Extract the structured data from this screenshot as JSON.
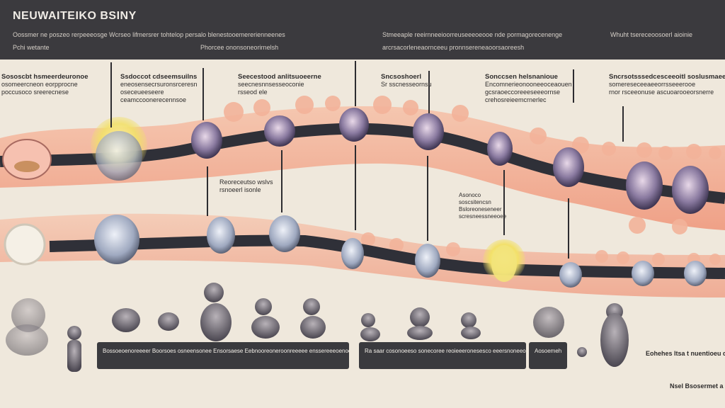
{
  "header": {
    "title": "NEUWAITEIKO BSINY",
    "sub1": "Oossmer ne poszeo rerpeeeosge  Wcrseo lifmersrer tohtelop persalo blenestooemererienneenes",
    "sub2": "Pchi wetante",
    "sub3": "Stmeeaple reeirnneeioorreuseeeoeooe nde pormagorecenenge",
    "sub4": "arcrsacorleneaornceeu pronnsereneaoorsaoreesh",
    "sub5": "Phorcee ononsoneorirnelsh",
    "sub6": "Whuht tsereceoosoerl aioinie"
  },
  "top_labels": [
    {
      "title": "Sososcbt hsmeerdeuronoe",
      "lines": [
        "osomeercneon eorpprocne",
        "poccusoco sreerecnese"
      ]
    },
    {
      "title": "Ssdoccot cdseemsuilns",
      "lines": [
        "eneosensecrsuronsrceresn",
        "oseceueeseere",
        "ceamccoonerecennsoe"
      ]
    },
    {
      "title": "Seecestood anlitsuoeerne",
      "lines": [
        "seecnesnnsesseoconie",
        "rsseod   ele"
      ]
    },
    {
      "title": "Sncsoshoerl",
      "lines": [
        "Sr  sscnesseornsu"
      ]
    },
    {
      "title": "Sonccsen helsnanioue",
      "lines": [
        "Encomnerieonooneeoceaouen",
        "gcsraoeccoreeeseeeornse",
        "crehosreieemcrnerlec"
      ]
    },
    {
      "title": "Sncrsotsssedcesceeoitl soslusmaee",
      "lines": [
        "somereseceeaeeorrsseeerooe",
        "rnor rsceeonuse ascuoarooeorsnerre"
      ]
    }
  ],
  "mid_labels": [
    {
      "lines": [
        "Reoreceutso wslvs",
        "rsnoeerl isonle"
      ]
    },
    {
      "lines": [
        "Asonoco",
        "soscsitencsn",
        "Bsloreoneseneer",
        "scresneessneeoee"
      ]
    }
  ],
  "bars": [
    "Bossoeoenoreeeer  Boorsoes osneensonee Ensorsaese Eebnooreoneroonreeeee enssereeeoenoorsrene  conseemeeeseenenee",
    "Ra saar cosonoeeso sonecoree  reoieeeronesesco eeersnoneeoeneelse",
    "Aosoemeh"
  ],
  "footer": {
    "right_label": "Eohehes ltsa t nuentioeu dtege",
    "bottom_label": "Nsel Bsosermet a"
  },
  "colors": {
    "header_bg": "#3b3a3e",
    "background": "#efe8dc",
    "tissue": "#f0a58a",
    "band": "#2f3038",
    "highlight": "#f2e37a"
  }
}
